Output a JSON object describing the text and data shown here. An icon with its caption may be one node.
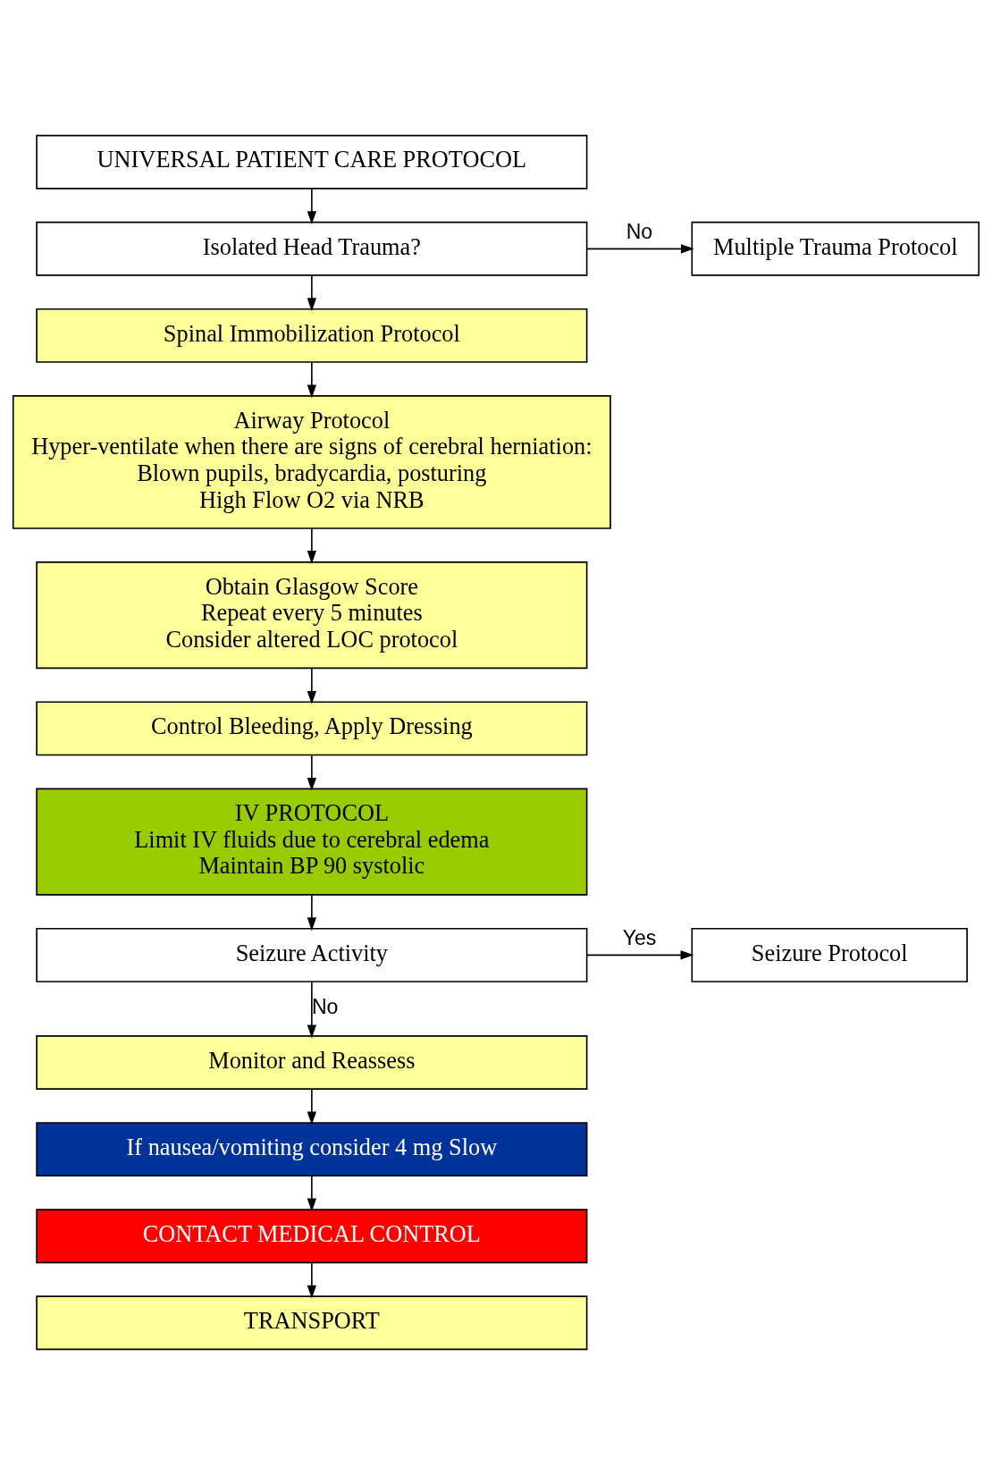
{
  "diagram": {
    "nodes": [
      {
        "text": [
          "UNIVERSAL PATIENT CARE PROTOCOL"
        ]
      },
      {
        "text": [
          "Isolated Head Trauma?"
        ]
      },
      {
        "text": [
          "Multiple Trauma Protocol"
        ]
      },
      {
        "text": [
          "Spinal Immobilization Protocol"
        ]
      },
      {
        "text": [
          "Airway Protocol",
          "Hyper-ventilate when there are signs of cerebral herniation:",
          "Blown pupils, bradycardia, posturing",
          "High Flow O2 via NRB"
        ]
      },
      {
        "text": [
          "Obtain Glasgow Score",
          "Repeat every 5 minutes",
          "Consider altered LOC protocol"
        ]
      },
      {
        "text": [
          "Control Bleeding, Apply Dressing"
        ]
      },
      {
        "text": [
          "IV PROTOCOL",
          "Limit IV fluids due to cerebral edema",
          "Maintain BP 90 systolic"
        ]
      },
      {
        "text": [
          "Seizure Activity"
        ]
      },
      {
        "text": [
          "Seizure Protocol"
        ]
      },
      {
        "text": [
          "Monitor and Reassess"
        ]
      },
      {
        "text": [
          "If nausea/vomiting consider 4 mg Slow"
        ]
      },
      {
        "text": [
          "CONTACT MEDICAL CONTROL"
        ]
      },
      {
        "text": [
          "TRANSPORT"
        ]
      }
    ],
    "edges": [
      {
        "from": 0,
        "to": 1,
        "arrow": "to"
      },
      {
        "from": 1,
        "to": 2,
        "arrow": "to",
        "label": "No"
      },
      {
        "from": 1,
        "to": 3,
        "arrow": "to"
      },
      {
        "from": 3,
        "to": 4,
        "arrow": "to"
      },
      {
        "from": 4,
        "to": 5,
        "arrow": "to"
      },
      {
        "from": 5,
        "to": 6,
        "arrow": "to"
      },
      {
        "from": 6,
        "to": 7,
        "arrow": "to"
      },
      {
        "from": 7,
        "to": 8,
        "arrow": "to"
      },
      {
        "from": 8,
        "to": 9,
        "arrow": "to",
        "label": "Yes"
      },
      {
        "from": 8,
        "to": 10,
        "arrow": "to",
        "label": "No"
      },
      {
        "from": 10,
        "to": 11,
        "arrow": "to"
      },
      {
        "from": 11,
        "to": 12,
        "arrow": "to"
      },
      {
        "from": 12,
        "to": 13,
        "arrow": "to"
      }
    ]
  }
}
